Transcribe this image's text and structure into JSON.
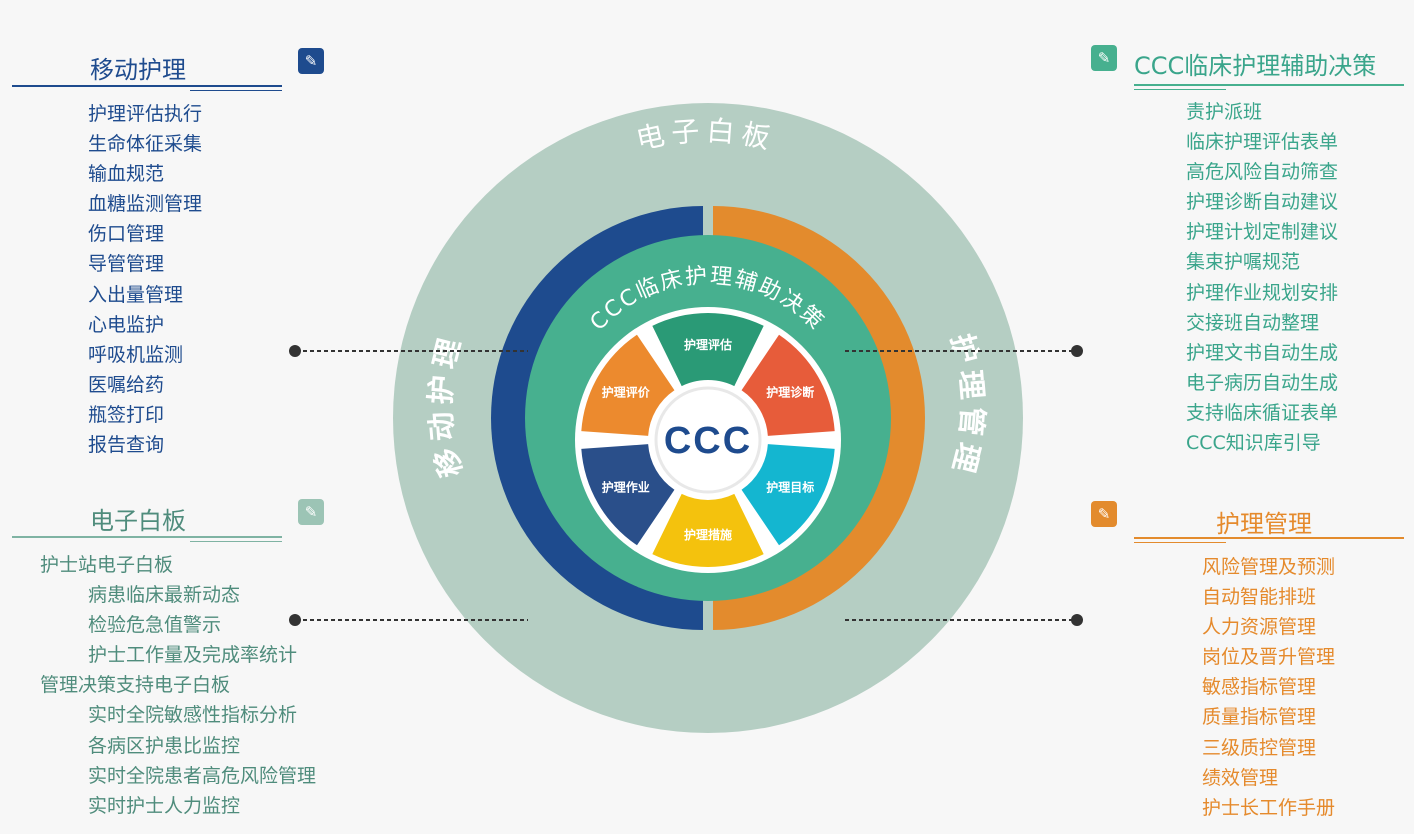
{
  "center": {
    "label": "CCC",
    "outer_ring": "电子白板",
    "left_ring": "移动护理",
    "right_ring": "护理管理",
    "middle_ring": "CCC临床护理辅助决策",
    "petals": [
      "护理评估",
      "护理诊断",
      "护理目标",
      "护理措施",
      "护理作业",
      "护理评价"
    ]
  },
  "mobile": {
    "title": "移动护理",
    "icon": "edit-icon",
    "items": [
      "护理评估执行",
      "生命体征采集",
      "输血规范",
      "血糖监测管理",
      "伤口管理",
      "导管管理",
      "入出量管理",
      "心电监护",
      "呼吸机监测",
      "医嘱给药",
      "瓶签打印",
      "报告查询"
    ]
  },
  "whiteboard": {
    "title": "电子白板",
    "icon": "edit-icon",
    "items": [
      {
        "text": "护士站电子白板",
        "indent": 0
      },
      {
        "text": "病患临床最新动态",
        "indent": 1
      },
      {
        "text": "检验危急值警示",
        "indent": 1
      },
      {
        "text": "护士工作量及完成率统计",
        "indent": 1
      },
      {
        "text": "管理决策支持电子白板",
        "indent": 0
      },
      {
        "text": "实时全院敏感性指标分析",
        "indent": 1
      },
      {
        "text": "各病区护患比监控",
        "indent": 1
      },
      {
        "text": "实时全院患者高危风险管理",
        "indent": 1
      },
      {
        "text": "实时护士人力监控",
        "indent": 1
      }
    ]
  },
  "decision": {
    "title": "CCC临床护理辅助决策",
    "icon": "edit-icon",
    "items": [
      "责护派班",
      "临床护理评估表单",
      "高危风险自动筛查",
      "护理诊断自动建议",
      "护理计划定制建议",
      "集束护嘱规范",
      "护理作业规划安排",
      "交接班自动整理",
      "护理文书自动生成",
      "电子病历自动生成",
      "支持临床循证表单",
      "CCC知识库引导"
    ]
  },
  "management": {
    "title": "护理管理",
    "icon": "edit-icon",
    "items": [
      "风险管理及预测",
      "自动智能排班",
      "人力资源管理",
      "岗位及晋升管理",
      "敏感指标管理",
      "质量指标管理",
      "三级质控管理",
      "绩效管理",
      "护士长工作手册"
    ]
  },
  "colors": {
    "blue": "#1e4b8e",
    "green": "#47b08f",
    "orange": "#e38b2d",
    "sage": "#b6cfc4",
    "petal_assess": "#2a9a76",
    "petal_diag": "#e75c3a",
    "petal_goal": "#14b6d0",
    "petal_measure": "#f4c20d",
    "petal_work": "#2a4f8a",
    "petal_eval": "#ec8a2e"
  }
}
